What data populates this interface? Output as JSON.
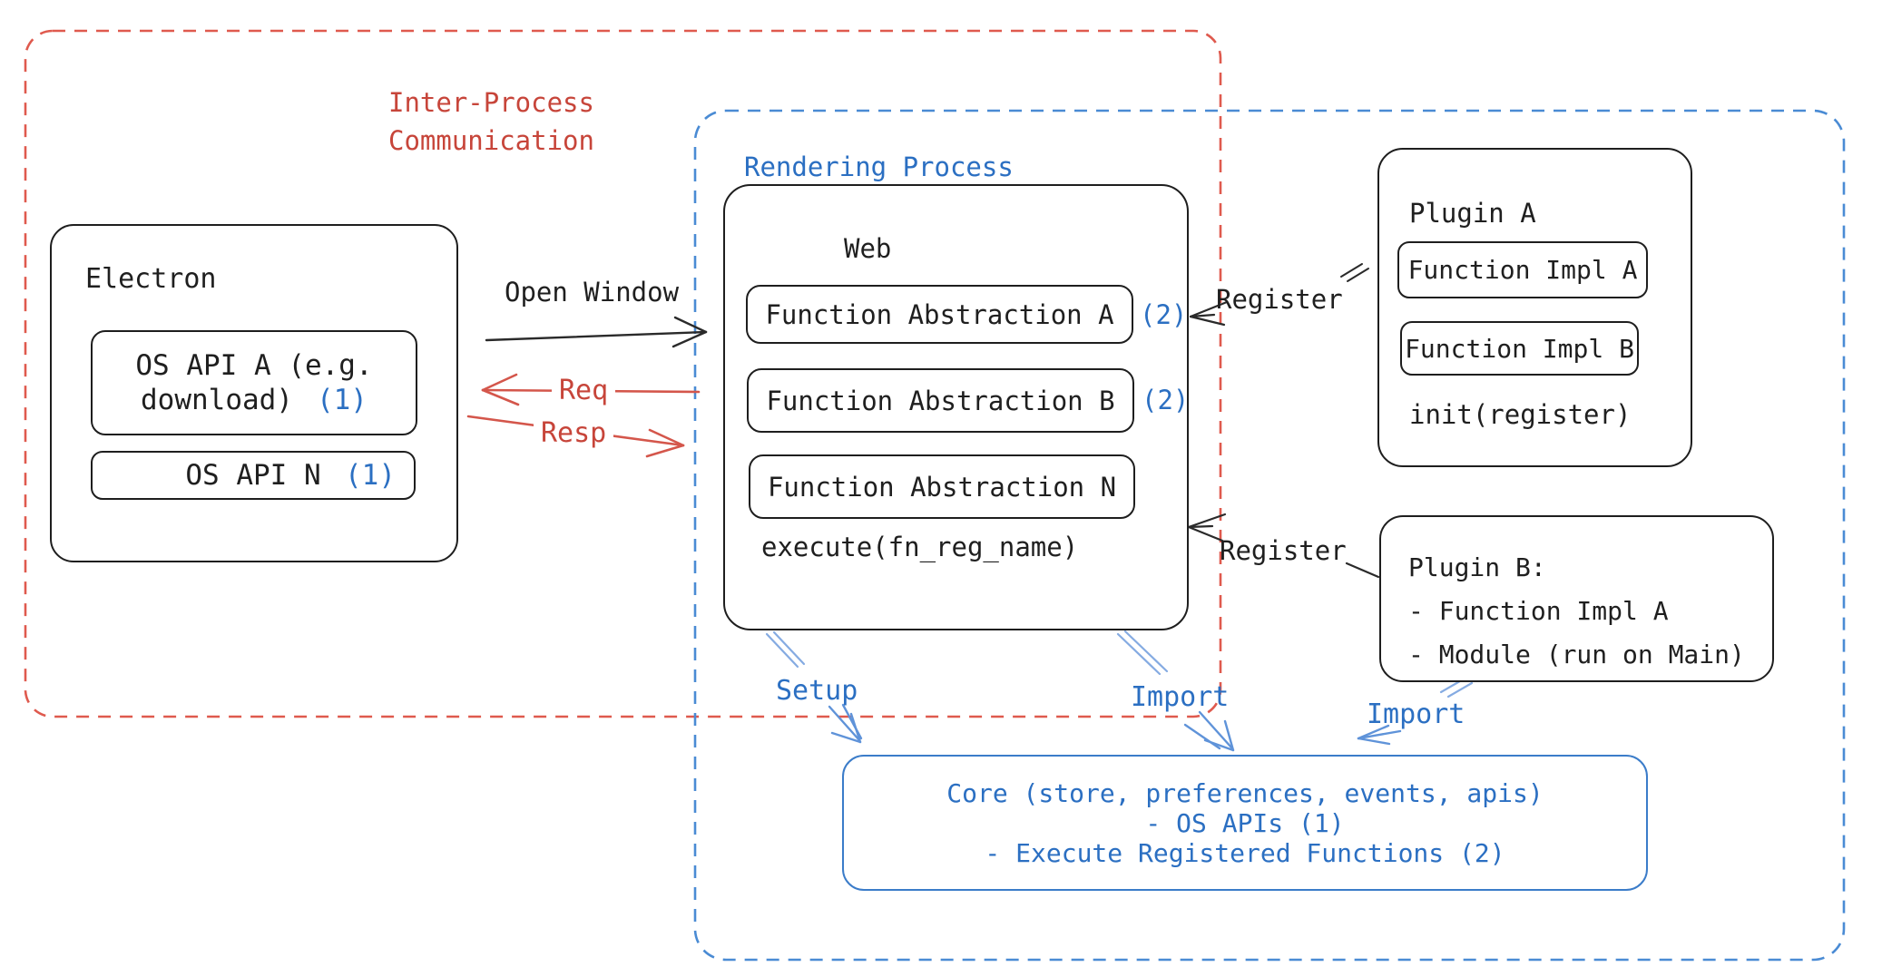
{
  "colors": {
    "black_stroke": "#1e1e1e",
    "red_text": "#c7453a",
    "red_arrow": "#d4564b",
    "red_dash": "#df5a4e",
    "blue_text": "#2b6fc2",
    "blue_dash": "#4a8bd4",
    "core_border": "#3b7cc9",
    "light_blue_arrow": "#85abe2",
    "light_blue_head": "#5f93d9"
  },
  "ipc": {
    "label_line1": "Inter-Process",
    "label_line2": "Communication"
  },
  "rendering": {
    "label": "Rendering Process"
  },
  "electron": {
    "title": "Electron",
    "api_a_line1": "OS API A (e.g.",
    "api_a_line2": "download)",
    "api_a_badge": "(1)",
    "api_n_label": "OS API N",
    "api_n_badge": "(1)"
  },
  "flow": {
    "open_window": "Open Window",
    "req": "Req",
    "resp": "Resp",
    "register_top": "Register",
    "register_bottom": "Register",
    "setup": "Setup",
    "import_web": "Import",
    "import_plugin": "Import"
  },
  "web": {
    "title": "Web",
    "fa_a": "Function Abstraction A",
    "fa_a_badge": "(2)",
    "fa_b": "Function Abstraction B",
    "fa_b_badge": "(2)",
    "fa_n": "Function Abstraction N",
    "execute": "execute(fn_reg_name)"
  },
  "plugin_a": {
    "title": "Plugin A",
    "impl_a": "Function Impl A",
    "impl_b": "Function Impl B",
    "init": "init(register)"
  },
  "plugin_b": {
    "line1": "Plugin B:",
    "line2": "- Function Impl A",
    "line3": "- Module (run on Main)"
  },
  "core": {
    "line1": "Core (store, preferences, events, apis)",
    "line2": "- OS APIs (1)",
    "line3": "- Execute Registered Functions (2)"
  }
}
